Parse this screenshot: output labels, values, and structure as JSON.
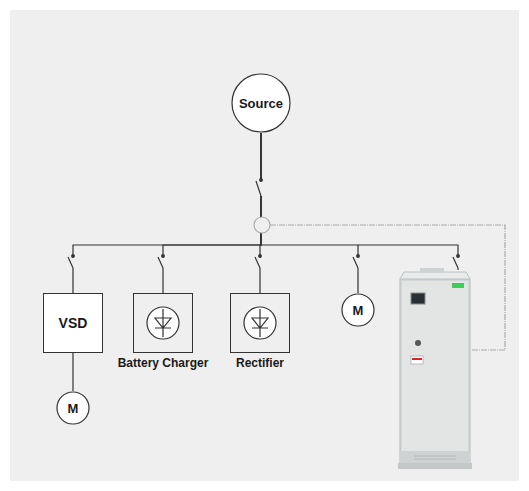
{
  "diagram": {
    "nodes": [
      {
        "text": [
          "Source"
        ]
      },
      {
        "text": [
          "VSD"
        ]
      },
      {
        "text": [
          "Battery Charger"
        ]
      },
      {
        "text": [
          "Rectifier"
        ]
      },
      {
        "text": [
          "M"
        ]
      },
      {
        "text": [
          "M"
        ]
      }
    ],
    "edges": [
      {
        "from": 0,
        "to": 1,
        "arrow": "none"
      },
      {
        "from": 0,
        "to": 2,
        "arrow": "none"
      },
      {
        "from": 0,
        "to": 3,
        "arrow": "none"
      },
      {
        "from": 0,
        "to": 4,
        "arrow": "none"
      },
      {
        "from": 1,
        "to": 5,
        "arrow": "none"
      }
    ]
  }
}
